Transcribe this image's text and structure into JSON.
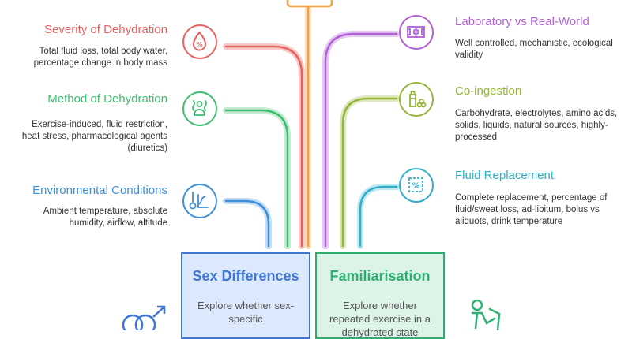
{
  "left_items": [
    {
      "title": "Severity of Dehydration",
      "desc": "Total fluid loss, total body water, percentage change in body mass",
      "color": "#e8615f",
      "icon": "water-drop-percent-icon"
    },
    {
      "title": "Method of Dehydration",
      "desc": "Exercise-induced, fluid restriction, heat stress, pharmacological agents (diuretics)",
      "color": "#3fbd70",
      "icon": "heat-bell-icon"
    },
    {
      "title": "Environmental Conditions",
      "desc": "Ambient temperature, absolute humidity, airflow, altitude",
      "color": "#3f8fd8",
      "icon": "thermometer-chart-icon"
    }
  ],
  "right_items": [
    {
      "title": "Laboratory vs Real-World",
      "desc": "Well controlled, mechanistic, ecological validity",
      "color": "#b35fd9",
      "icon": "field-icon"
    },
    {
      "title": "Co-ingestion",
      "desc": "Carbohydrate, electrolytes, amino acids, solids, liquids, natural sources, highly-processed",
      "color": "#95b53a",
      "icon": "bottle-food-icon"
    },
    {
      "title": "Fluid Replacement",
      "desc": "Complete replacement, percentage of fluid/sweat loss, ad-libitum, bolus vs aliquots, drink temperature",
      "color": "#32aec9",
      "icon": "percent-box-icon"
    }
  ],
  "boxes": [
    {
      "title": "Sex Differences",
      "desc": "Explore whether sex-specific",
      "color": "#3f75d4",
      "bg": "#dce8fb"
    },
    {
      "title": "Familiarisation",
      "desc": "Explore whether repeated exercise in a dehydrated state",
      "color": "#2fae72",
      "bg": "#dcf4e8"
    }
  ],
  "colors": {
    "center": "#f2a045"
  }
}
